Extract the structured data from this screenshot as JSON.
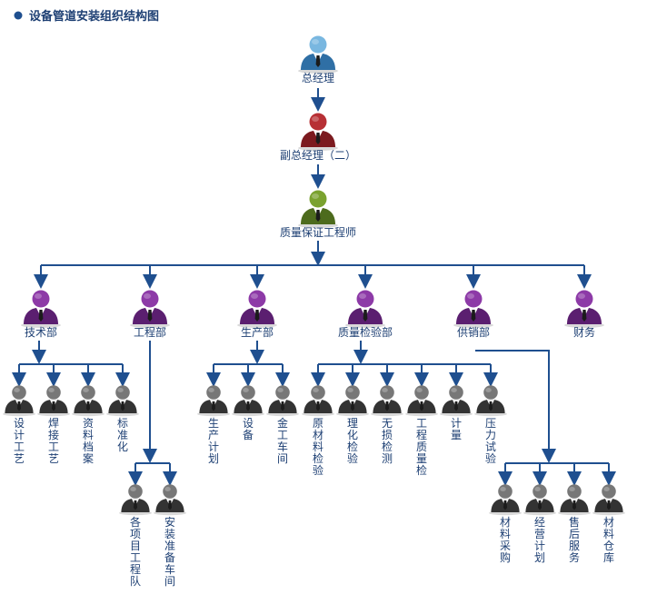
{
  "title": "设备管道安装组织结构图",
  "colors": {
    "line": "#1f4f8f",
    "text": "#1d3f73",
    "bullet": "#1f4f8f"
  },
  "nodes": [
    {
      "id": "gm",
      "label": "总经理",
      "color": "blue",
      "icon": "person-icon"
    },
    {
      "id": "vgm",
      "label": "副总经理（二）",
      "color": "red",
      "icon": "person-icon"
    },
    {
      "id": "qae",
      "label": "质量保证工程师",
      "color": "green",
      "icon": "person-icon"
    },
    {
      "id": "tech",
      "label": "技术部",
      "color": "purple",
      "icon": "person-icon"
    },
    {
      "id": "eng",
      "label": "工程部",
      "color": "purple",
      "icon": "person-icon"
    },
    {
      "id": "prod",
      "label": "生产部",
      "color": "purple",
      "icon": "person-icon"
    },
    {
      "id": "qc",
      "label": "质量检验部",
      "color": "purple",
      "icon": "person-icon"
    },
    {
      "id": "supply",
      "label": "供销部",
      "color": "purple",
      "icon": "person-icon"
    },
    {
      "id": "fin",
      "label": "财务",
      "color": "purple",
      "icon": "person-icon"
    },
    {
      "id": "t1",
      "label": "设计工艺",
      "color": "gray",
      "icon": "person-icon"
    },
    {
      "id": "t2",
      "label": "焊接工艺",
      "color": "gray",
      "icon": "person-icon"
    },
    {
      "id": "t3",
      "label": "资料档案",
      "color": "gray",
      "icon": "person-icon"
    },
    {
      "id": "t4",
      "label": "标准化",
      "color": "gray",
      "icon": "person-icon"
    },
    {
      "id": "e1",
      "label": "各项目工程队",
      "color": "gray",
      "icon": "person-icon"
    },
    {
      "id": "e2",
      "label": "安装准备车间",
      "color": "gray",
      "icon": "person-icon"
    },
    {
      "id": "p1",
      "label": "生产计划",
      "color": "gray",
      "icon": "person-icon"
    },
    {
      "id": "p2",
      "label": "设备",
      "color": "gray",
      "icon": "person-icon"
    },
    {
      "id": "p3",
      "label": "金工车间",
      "color": "gray",
      "icon": "person-icon"
    },
    {
      "id": "q1",
      "label": "原材料检验",
      "color": "gray",
      "icon": "person-icon"
    },
    {
      "id": "q2",
      "label": "理化检验",
      "color": "gray",
      "icon": "person-icon"
    },
    {
      "id": "q3",
      "label": "无损检测",
      "color": "gray",
      "icon": "person-icon"
    },
    {
      "id": "q4",
      "label": "工程质量检",
      "color": "gray",
      "icon": "person-icon"
    },
    {
      "id": "q5",
      "label": "计量",
      "color": "gray",
      "icon": "person-icon"
    },
    {
      "id": "q6",
      "label": "压力试验",
      "color": "gray",
      "icon": "person-icon"
    },
    {
      "id": "s1",
      "label": "材料采购",
      "color": "gray",
      "icon": "person-icon"
    },
    {
      "id": "s2",
      "label": "经营计划",
      "color": "gray",
      "icon": "person-icon"
    },
    {
      "id": "s3",
      "label": "售后服务",
      "color": "gray",
      "icon": "person-icon"
    },
    {
      "id": "s4",
      "label": "材料仓库",
      "color": "gray",
      "icon": "person-icon"
    }
  ]
}
